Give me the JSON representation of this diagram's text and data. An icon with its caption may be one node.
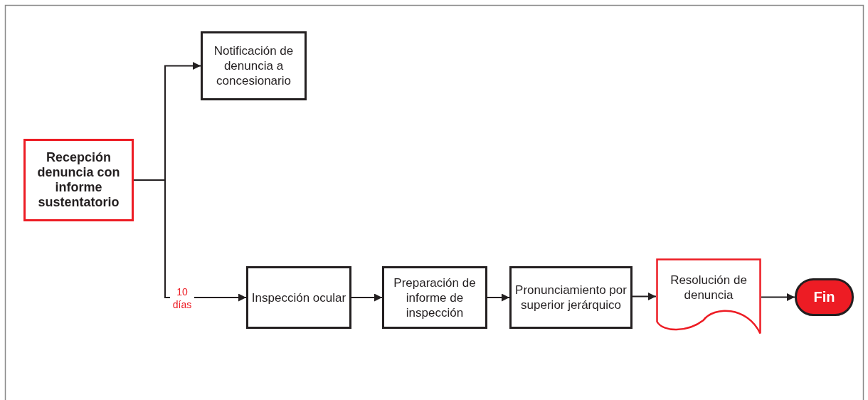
{
  "diagram": {
    "nodes": [
      {
        "text": [
          "Recepción denuncia con informe sustentatorio"
        ]
      },
      {
        "text": [
          "Notificación de denuncia a concesionario"
        ]
      },
      {
        "text": [
          "Inspección ocular"
        ]
      },
      {
        "text": [
          "Preparación de informe de inspección"
        ]
      },
      {
        "text": [
          "Pronunciamiento por superior jerárquico"
        ]
      },
      {
        "text": [
          "Resolución de denuncia"
        ]
      },
      {
        "text": [
          "Fin"
        ]
      }
    ],
    "edges": [
      {
        "from": 0,
        "to": 1,
        "arrow": "to"
      },
      {
        "from": 0,
        "to": 2,
        "arrow": "to",
        "label": "10 días"
      },
      {
        "from": 2,
        "to": 3,
        "arrow": "to"
      },
      {
        "from": 3,
        "to": 4,
        "arrow": "to"
      },
      {
        "from": 4,
        "to": 5,
        "arrow": "to"
      },
      {
        "from": 5,
        "to": 6,
        "arrow": "to"
      }
    ]
  }
}
